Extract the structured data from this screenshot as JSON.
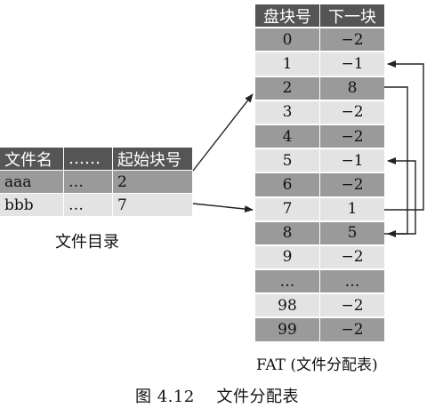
{
  "directory": {
    "headers": [
      "文件名",
      "……",
      "起始块号"
    ],
    "rows": [
      {
        "name": "aaa",
        "dots": "…",
        "start": "2"
      },
      {
        "name": "bbb",
        "dots": "…",
        "start": "7"
      }
    ],
    "caption": "文件目录"
  },
  "fat": {
    "headers": [
      "盘块号",
      "下一块"
    ],
    "rows": [
      {
        "block": "0",
        "next": "−2"
      },
      {
        "block": "1",
        "next": "−1"
      },
      {
        "block": "2",
        "next": "8"
      },
      {
        "block": "3",
        "next": "−2"
      },
      {
        "block": "4",
        "next": "−2"
      },
      {
        "block": "5",
        "next": "−1"
      },
      {
        "block": "6",
        "next": "−2"
      },
      {
        "block": "7",
        "next": "1"
      },
      {
        "block": "8",
        "next": "5"
      },
      {
        "block": "9",
        "next": "−2"
      },
      {
        "block": "…",
        "next": "…"
      },
      {
        "block": "98",
        "next": "−2"
      },
      {
        "block": "99",
        "next": "−2"
      }
    ],
    "caption": "FAT (文件分配表)"
  },
  "figure_caption": "图 4.12　 文件分配表",
  "colors": {
    "header_bg": "#555555",
    "row_dark": "#9a9a9a",
    "row_light": "#e3e3e3",
    "line": "#222222"
  }
}
